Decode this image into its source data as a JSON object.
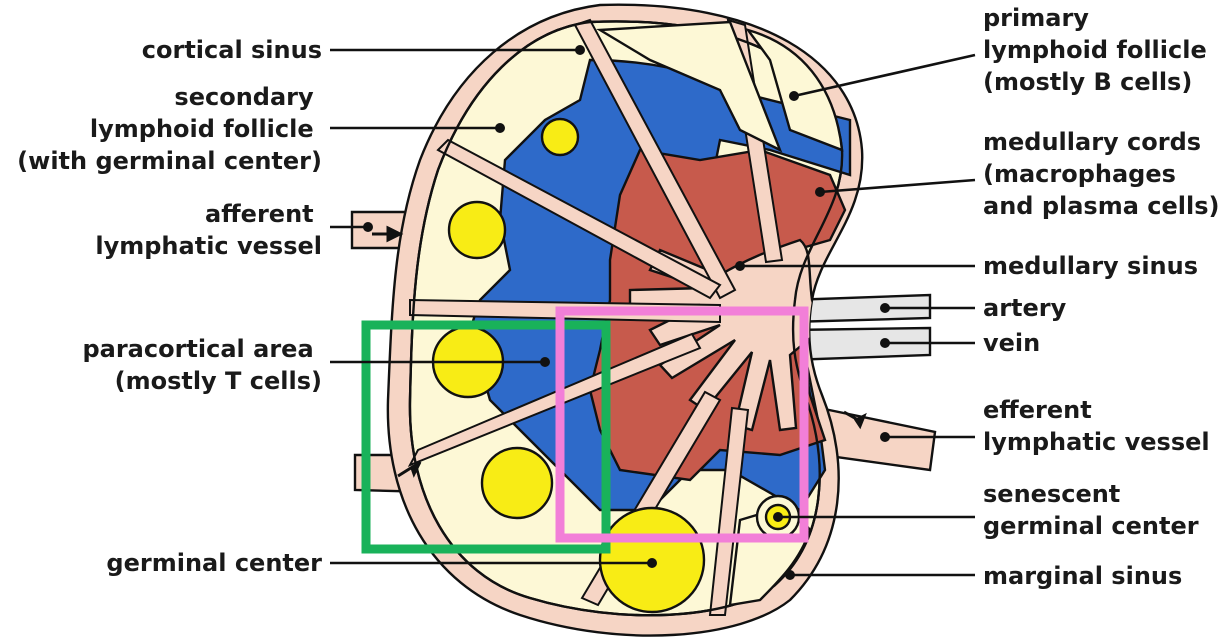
{
  "colors": {
    "capsule": "#f6d5c5",
    "follicle": "#fdf8d6",
    "germinal": "#f8ec15",
    "paracortex": "#2e6ac9",
    "medullary_cord": "#c75a4c",
    "medullary_sinus": "#f6d5c5",
    "vessel_gray": "#e6e6e6",
    "green_box": "#19b25a",
    "pink_box": "#f27fd8"
  },
  "labels": {
    "cortical_sinus": [
      "cortical sinus"
    ],
    "secondary_follicle": [
      "secondary",
      "lymphoid follicle",
      "(with germinal center)"
    ],
    "afferent_vessel": [
      "afferent",
      "lymphatic vessel"
    ],
    "paracortical_area": [
      "paracortical area",
      "(mostly T cells)"
    ],
    "germinal_center": [
      "germinal center"
    ],
    "primary_follicle": [
      "primary",
      "lymphoid follicle",
      "(mostly B cells)"
    ],
    "medullary_cords": [
      "medullary cords",
      "(macrophages",
      "and plasma cells)"
    ],
    "medullary_sinus": [
      "medullary sinus"
    ],
    "artery": [
      "artery"
    ],
    "vein": [
      "vein"
    ],
    "efferent_vessel": [
      "efferent",
      "lymphatic vessel"
    ],
    "senescent_germinal_center": [
      "senescent",
      "germinal center"
    ],
    "marginal_sinus": [
      "marginal sinus"
    ]
  }
}
